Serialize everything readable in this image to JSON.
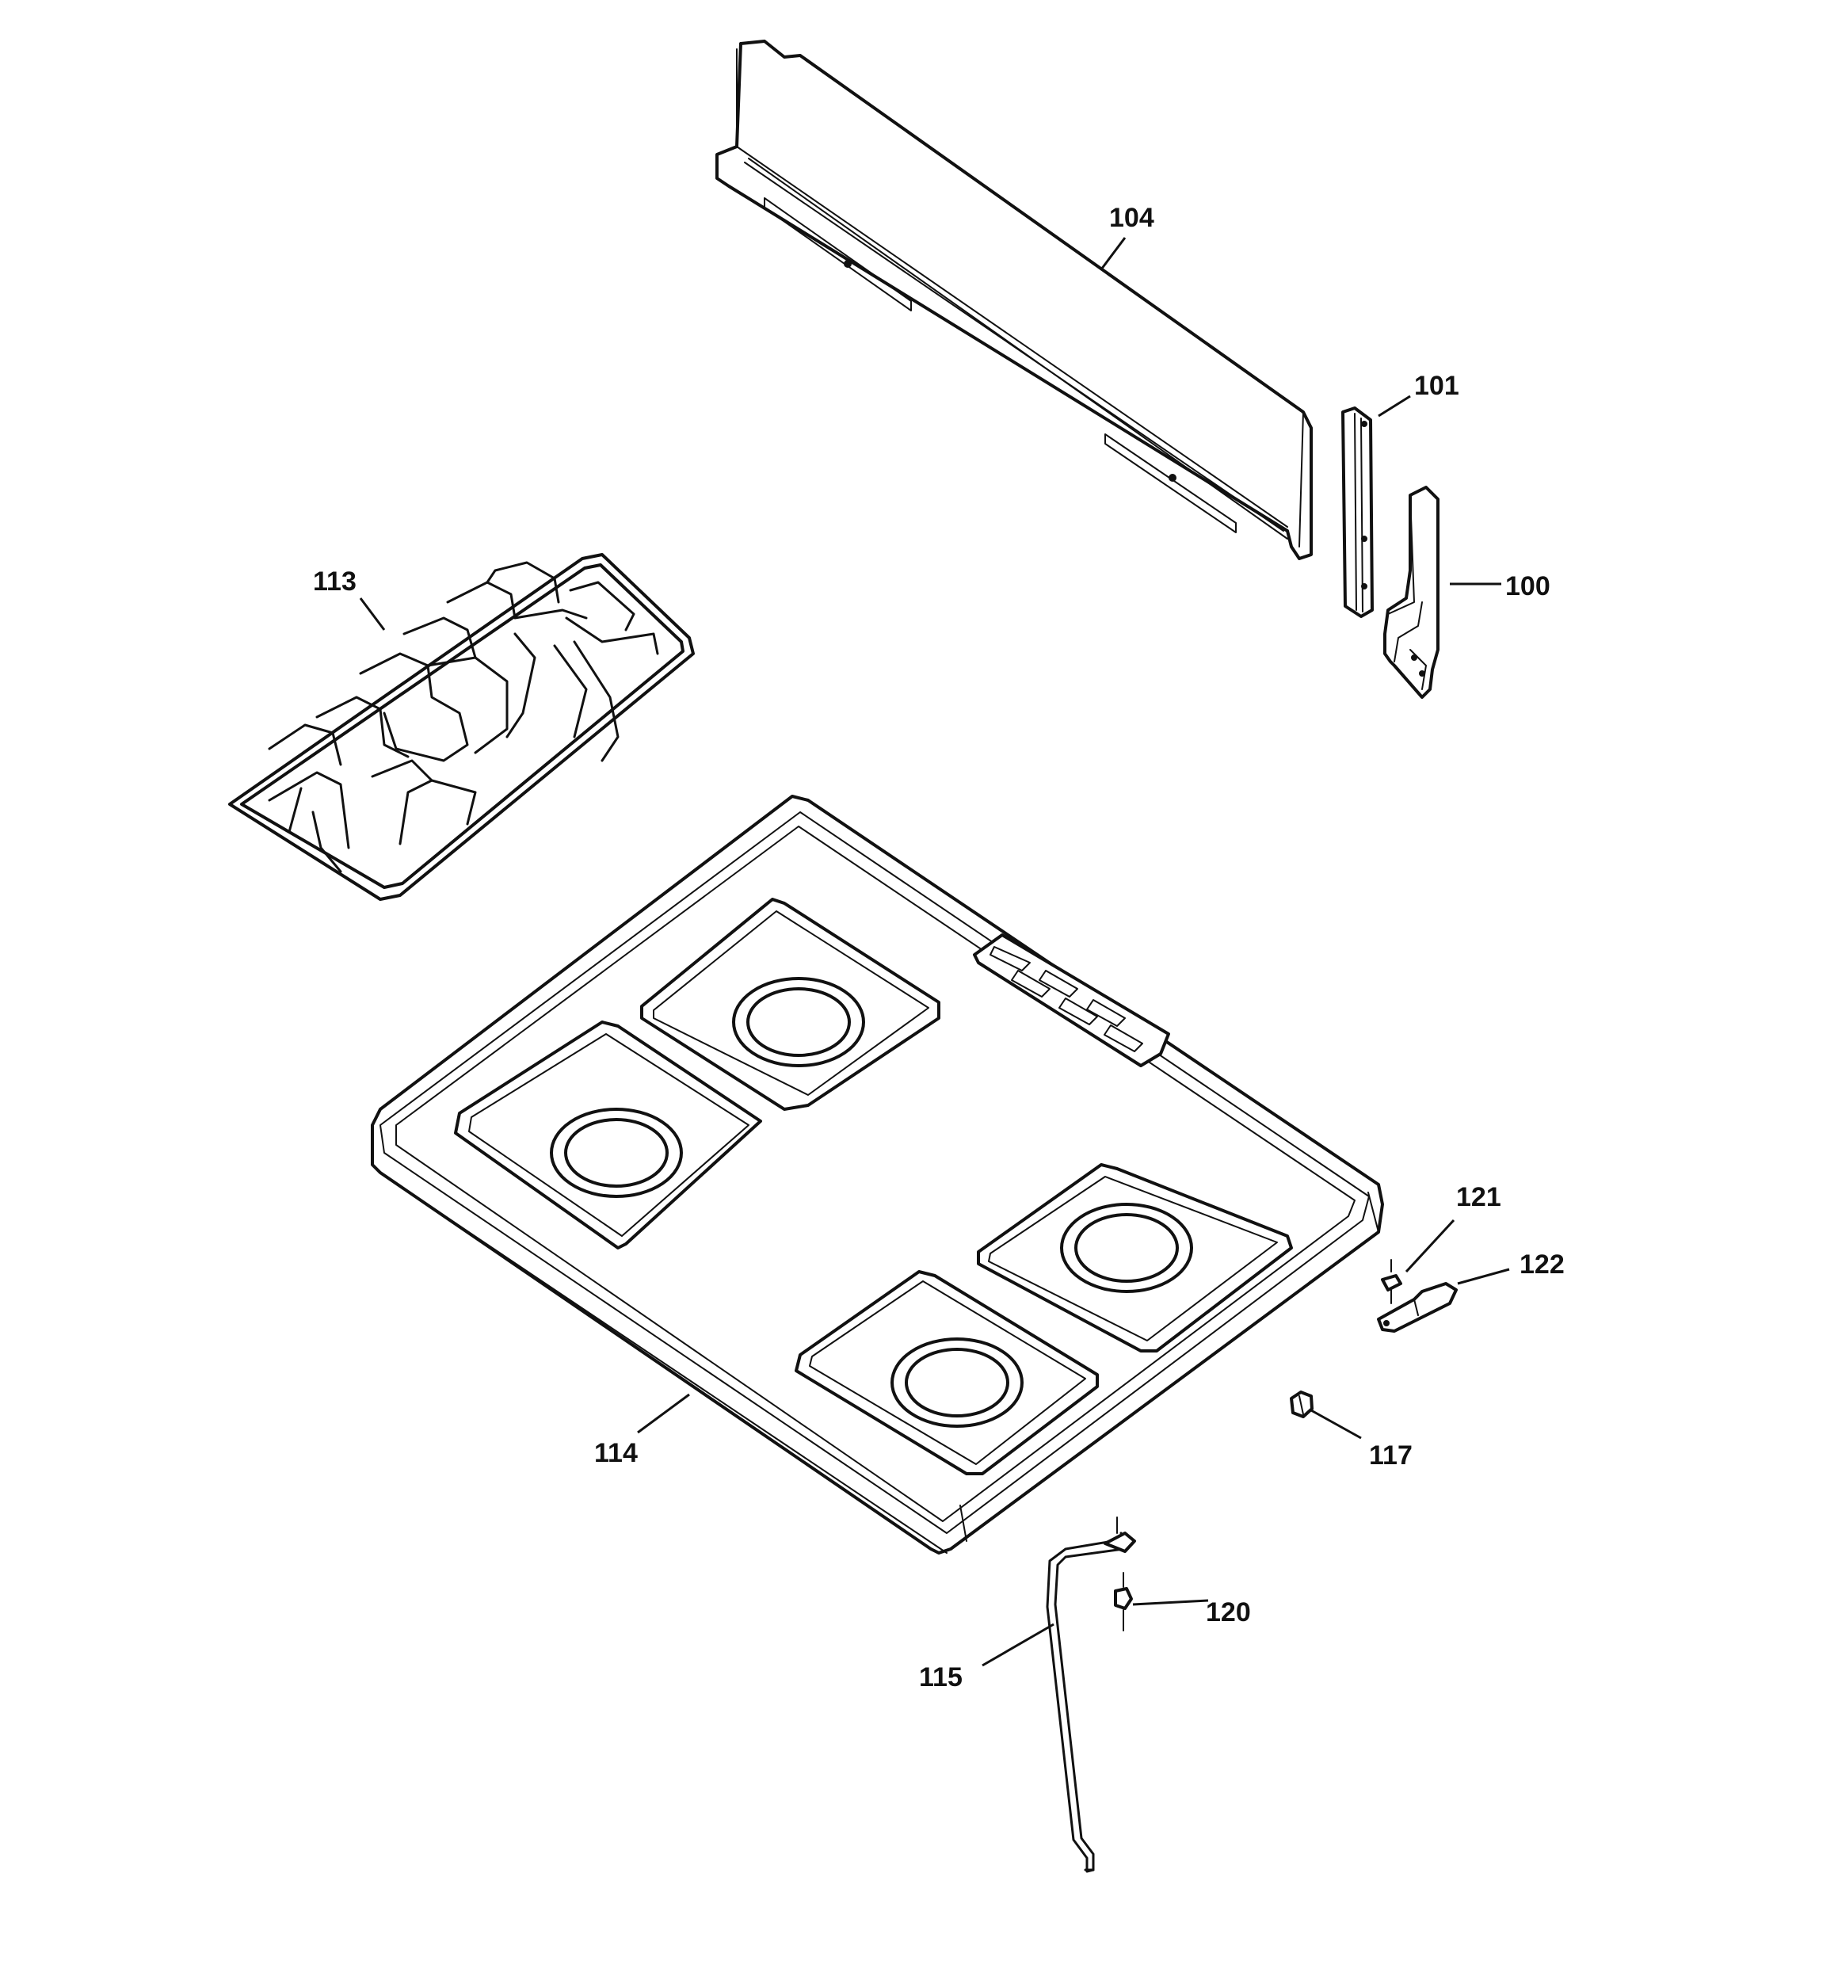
{
  "callouts": [
    {
      "id": "c104",
      "text": "104"
    },
    {
      "id": "c101",
      "text": "101"
    },
    {
      "id": "c100",
      "text": "100"
    },
    {
      "id": "c113",
      "text": "113"
    },
    {
      "id": "c114",
      "text": "114"
    },
    {
      "id": "c121",
      "text": "121"
    },
    {
      "id": "c122",
      "text": "122"
    },
    {
      "id": "c117",
      "text": "117"
    },
    {
      "id": "c120",
      "text": "120"
    },
    {
      "id": "c115",
      "text": "115"
    }
  ]
}
